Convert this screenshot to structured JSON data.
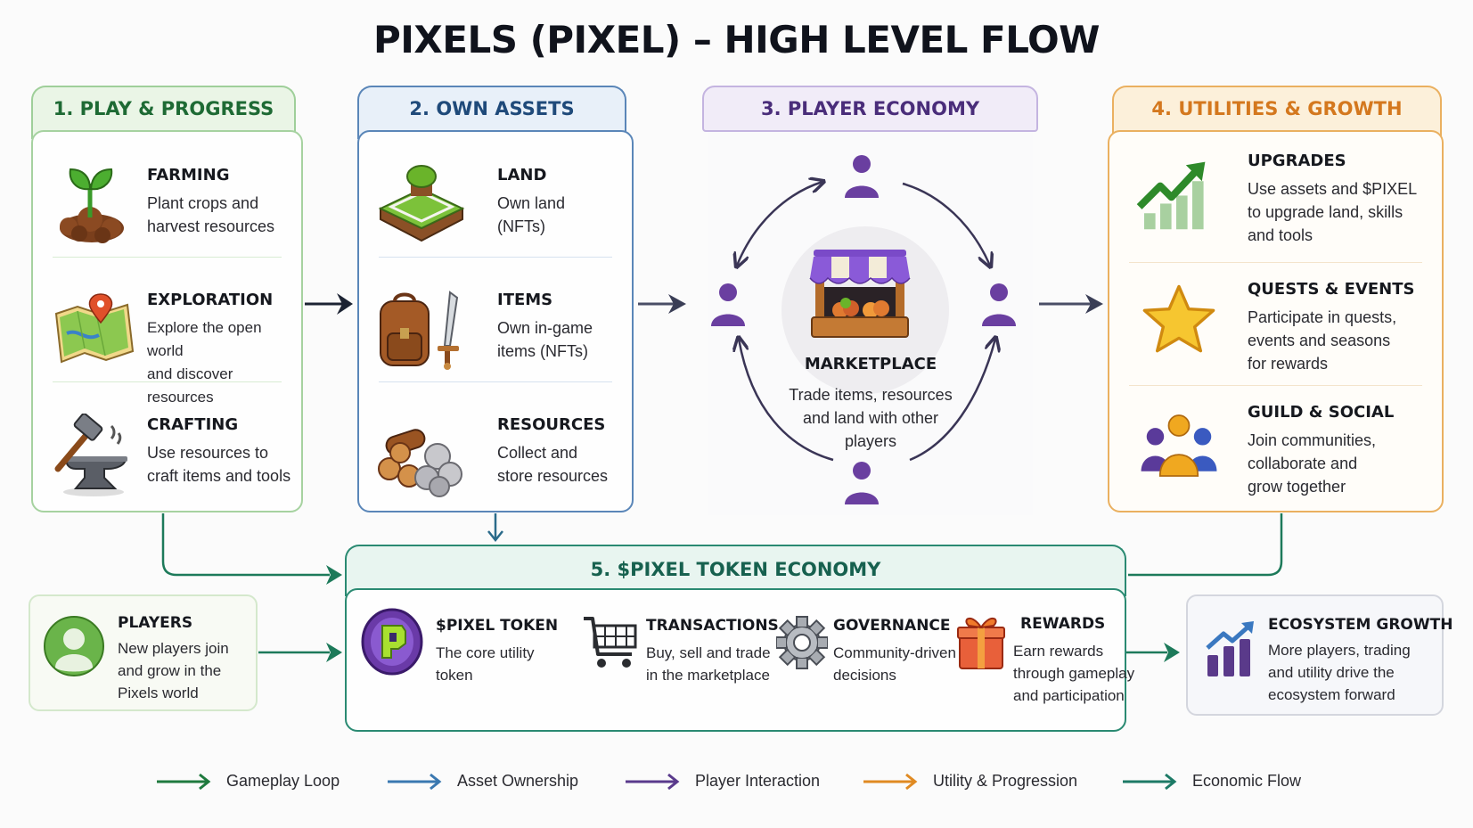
{
  "title": "PIXELS (PIXEL) – HIGH LEVEL FLOW",
  "columns": [
    {
      "header": "1. PLAY & PROGRESS",
      "items": [
        {
          "title": "FARMING",
          "lines": [
            "Plant crops and",
            "harvest resources"
          ],
          "icon": "sprout-icon"
        },
        {
          "title": "EXPLORATION",
          "lines": [
            "Explore the open world",
            "and discover resources"
          ],
          "icon": "map-pin-icon"
        },
        {
          "title": "CRAFTING",
          "lines": [
            "Use resources to",
            "craft items and tools"
          ],
          "icon": "hammer-anvil-icon"
        }
      ]
    },
    {
      "header": "2. OWN ASSETS",
      "items": [
        {
          "title": "LAND",
          "lines": [
            "Own land",
            "(NFTs)"
          ],
          "icon": "land-plot-icon"
        },
        {
          "title": "ITEMS",
          "lines": [
            "Own in-game",
            "items (NFTs)"
          ],
          "icon": "backpack-sword-icon"
        },
        {
          "title": "RESOURCES",
          "lines": [
            "Collect and",
            "store resources"
          ],
          "icon": "logs-stones-icon"
        }
      ]
    },
    {
      "header": "3. PLAYER ECONOMY",
      "marketplace": {
        "title": "MARKETPLACE",
        "lines": [
          "Trade items, resources",
          "and land with other",
          "players"
        ],
        "icon": "market-stall-icon"
      }
    },
    {
      "header": "4. UTILITIES & GROWTH",
      "items": [
        {
          "title": "UPGRADES",
          "lines": [
            "Use assets and $PIXEL",
            "to upgrade land, skills",
            "and tools"
          ],
          "icon": "growth-chart-icon"
        },
        {
          "title": "QUESTS & EVENTS",
          "lines": [
            "Participate in quests,",
            "events and seasons",
            "for rewards"
          ],
          "icon": "star-icon"
        },
        {
          "title": "GUILD & SOCIAL",
          "lines": [
            "Join communities,",
            "collaborate and",
            "grow together"
          ],
          "icon": "group-icon"
        }
      ]
    }
  ],
  "economy": {
    "header": "5. $PIXEL TOKEN ECONOMY",
    "items": [
      {
        "title": "$PIXEL TOKEN",
        "lines": [
          "The core utility",
          "token"
        ],
        "icon": "pixel-coin-icon"
      },
      {
        "title": "TRANSACTIONS",
        "lines": [
          "Buy, sell and trade",
          "in the marketplace"
        ],
        "icon": "cart-icon"
      },
      {
        "title": "GOVERNANCE",
        "lines": [
          "Community-driven",
          "decisions"
        ],
        "icon": "gear-icon"
      },
      {
        "title": "REWARDS",
        "lines": [
          "Earn rewards",
          "through gameplay",
          "and participation"
        ],
        "icon": "gift-icon"
      }
    ]
  },
  "players": {
    "title": "PLAYERS",
    "lines": [
      "New players join",
      "and grow in the",
      "Pixels world"
    ],
    "icon": "user-avatar-icon"
  },
  "ecosystem": {
    "title": "ECOSYSTEM GROWTH",
    "lines": [
      "More players, trading",
      "and utility drive the",
      "ecosystem forward"
    ],
    "icon": "bar-chart-up-icon"
  },
  "legend": [
    {
      "label": "Gameplay Loop",
      "color": "#1f7a3e"
    },
    {
      "label": "Asset Ownership",
      "color": "#3a78b0"
    },
    {
      "label": "Player Interaction",
      "color": "#5a3a8c"
    },
    {
      "label": "Utility & Progression",
      "color": "#e08a22"
    },
    {
      "label": "Economic Flow",
      "color": "#1d7a66"
    }
  ],
  "colors": {
    "green": "#1e6a34",
    "blue": "#1f4a7a",
    "purple": "#4a2d7a",
    "orange": "#d4781e",
    "teal": "#17614f"
  }
}
